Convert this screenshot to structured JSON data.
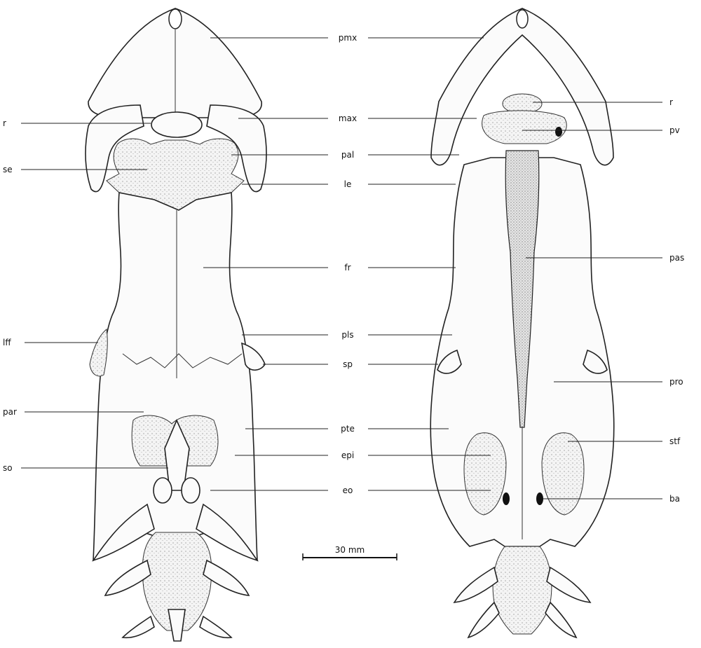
{
  "labels": {
    "center": [
      "pmx",
      "max",
      "pal",
      "le",
      "fr",
      "pls",
      "sp",
      "pte",
      "epi",
      "eo"
    ],
    "left": [
      "r",
      "se",
      "lff",
      "par",
      "so"
    ],
    "right": [
      "r",
      "pv",
      "pas",
      "pro",
      "stf",
      "ba"
    ]
  },
  "scale_bar": {
    "text": "30 mm"
  }
}
